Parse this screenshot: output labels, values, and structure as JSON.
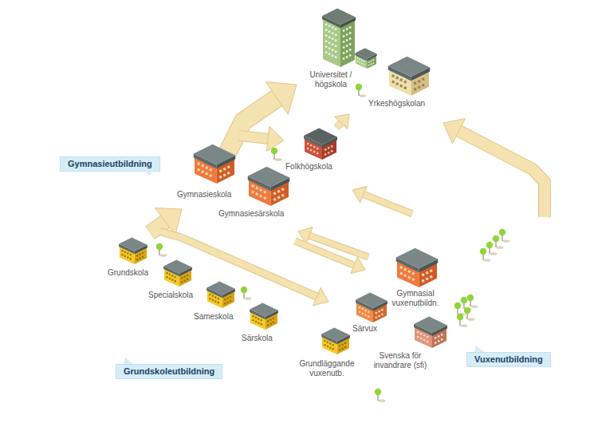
{
  "diagram": {
    "nodes": [
      {
        "text": [
          "Universitet / högskola",
          "Yrkeshögskolan"
        ]
      },
      {
        "text": [
          "Folkhögskola"
        ]
      },
      {
        "text": [
          "Gymnasieutbildning"
        ]
      },
      {
        "text": [
          "Gymnasieskola",
          "Gymnasiesärskola"
        ]
      },
      {
        "text": [
          "Grundskola",
          "Specialskola",
          "Sameskola",
          "Särskola"
        ]
      },
      {
        "text": [
          "Gymnasial vuxenutbildn.",
          "Särvux",
          "Svenska för invandrare (sfi)",
          "Grundläggande vuxenutb."
        ]
      },
      {
        "text": [
          "Vuxenutbildning"
        ]
      },
      {
        "text": [
          "Grundskoleutbildning"
        ]
      }
    ],
    "edges": [
      {
        "from": 4,
        "to": 3,
        "arrow": "to"
      },
      {
        "from": 4,
        "to": 5,
        "arrow": "to"
      },
      {
        "from": 3,
        "to": 0,
        "arrow": "to"
      },
      {
        "from": 3,
        "to": 1,
        "arrow": "to"
      },
      {
        "from": 1,
        "to": 0,
        "arrow": "to"
      },
      {
        "from": 5,
        "to": 1,
        "arrow": "to"
      },
      {
        "from": 5,
        "to": 3,
        "arrow": "to"
      },
      {
        "from": 3,
        "to": 5,
        "arrow": "to"
      },
      {
        "from": 5,
        "to": 0,
        "arrow": "to"
      }
    ]
  }
}
